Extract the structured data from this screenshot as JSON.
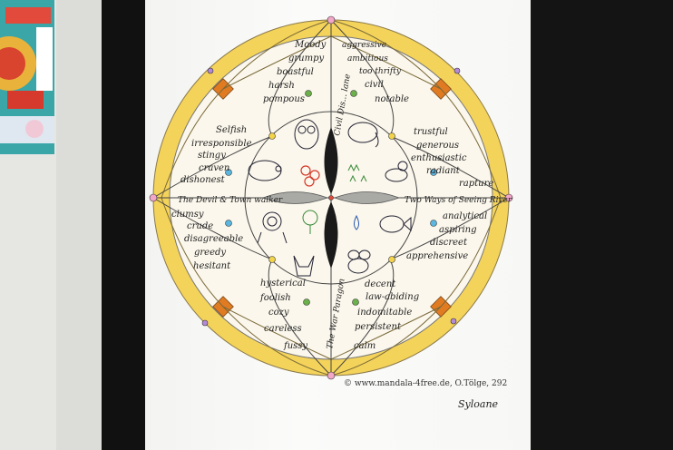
{
  "credit": "© www.mandala-4free.de, O.Tölge, 292",
  "signature": "Syloane",
  "sections": {
    "top_left_words": [
      "Moody",
      "grumpy",
      "boastful",
      "harsh",
      "pompous"
    ],
    "top_right_words": [
      "aggressive",
      "ambitious",
      "too thrifty",
      "civil",
      "notable"
    ],
    "left_upper_words": [
      "Selfish",
      "irresponsible",
      "stingy",
      "craven",
      "dishonest"
    ],
    "left_lower_words": [
      "clumsy",
      "crude",
      "disagreeable",
      "greedy",
      "hesitant"
    ],
    "right_upper_words": [
      "trustful",
      "generous",
      "enthusiastic",
      "radiant",
      "rapture"
    ],
    "right_lower_words": [
      "analytical",
      "aspiring",
      "discreet",
      "apprehensive"
    ],
    "bottom_left_words": [
      "hysterical",
      "foolish",
      "cozy",
      "careless",
      "fussy"
    ],
    "bottom_right_words": [
      "decent",
      "law-abiding",
      "indomitable",
      "persistent",
      "calm"
    ]
  },
  "axis_labels": {
    "top": "Civil Dis... lane",
    "bottom": "The War Paragon",
    "left": "The Devil & Town walker",
    "right": "Two Ways of Seeing River"
  },
  "colors": {
    "ring_yellow": "#f4d35a",
    "ring_orange": "#e8a23a",
    "diamond_orange": "#e07b22",
    "petal_gray": "#a9a9a6",
    "center_black": "#1a1a1a"
  },
  "icons": [
    "owl-icon",
    "elephant-icon",
    "pig-icon",
    "duck-icon",
    "lion-icon",
    "fish-icon",
    "fox-icon",
    "bee-icon",
    "flower-icon",
    "tree-icon",
    "drop-icon",
    "grass-icon"
  ]
}
